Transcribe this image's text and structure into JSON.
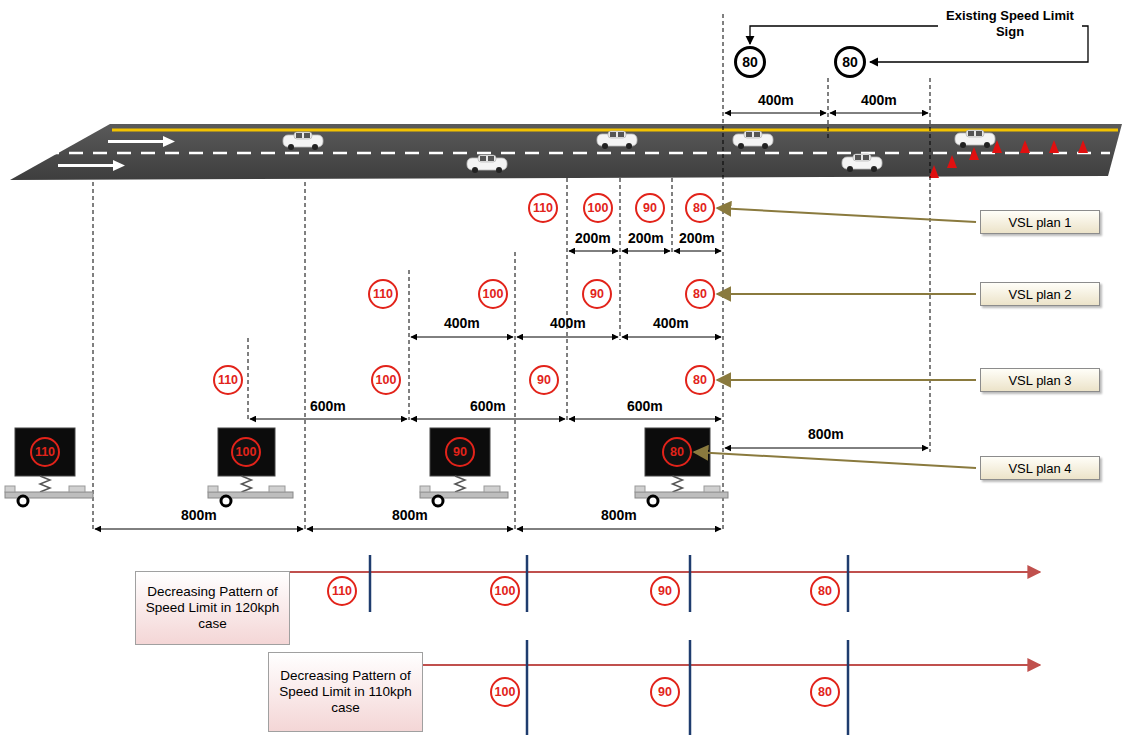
{
  "diagram": {
    "nodes": [
      {
        "text": [
          "80"
        ]
      },
      {
        "text": [
          "80"
        ]
      },
      {
        "text": [
          "110"
        ]
      },
      {
        "text": [
          "100"
        ]
      },
      {
        "text": [
          "90"
        ]
      },
      {
        "text": [
          "80"
        ]
      },
      {
        "text": [
          "VSL plan 1"
        ]
      },
      {
        "text": [
          "110"
        ]
      },
      {
        "text": [
          "100"
        ]
      },
      {
        "text": [
          "90"
        ]
      },
      {
        "text": [
          "80"
        ]
      },
      {
        "text": [
          "VSL plan 2"
        ]
      },
      {
        "text": [
          "110"
        ]
      },
      {
        "text": [
          "100"
        ]
      },
      {
        "text": [
          "90"
        ]
      },
      {
        "text": [
          "80"
        ]
      },
      {
        "text": [
          "VSL plan 3"
        ]
      },
      {
        "text": [
          "110"
        ]
      },
      {
        "text": [
          "100"
        ]
      },
      {
        "text": [
          "90"
        ]
      },
      {
        "text": [
          "80"
        ]
      },
      {
        "text": [
          "VSL plan 4"
        ]
      },
      {
        "text": [
          "Decreasing Pattern of Speed Limit in 120kph case"
        ]
      },
      {
        "text": [
          "110"
        ]
      },
      {
        "text": [
          "100"
        ]
      },
      {
        "text": [
          "90"
        ]
      },
      {
        "text": [
          "80"
        ]
      },
      {
        "text": [
          "Decreasing Pattern of Speed Limit in 110kph case"
        ]
      },
      {
        "text": [
          "100"
        ]
      },
      {
        "text": [
          "90"
        ]
      },
      {
        "text": [
          "80"
        ]
      }
    ],
    "edges": [
      {
        "from": 6,
        "to": 5,
        "arrow": "to"
      },
      {
        "from": 11,
        "to": 10,
        "arrow": "to"
      },
      {
        "from": 16,
        "to": 15,
        "arrow": "to"
      },
      {
        "from": 21,
        "to": 20,
        "arrow": "to"
      }
    ],
    "labels": [
      "Existing Speed Limit Sign",
      "400m",
      "400m",
      "200m",
      "200m",
      "200m",
      "400m",
      "400m",
      "400m",
      "600m",
      "600m",
      "600m",
      "800m",
      "800m",
      "800m",
      "800m"
    ]
  }
}
